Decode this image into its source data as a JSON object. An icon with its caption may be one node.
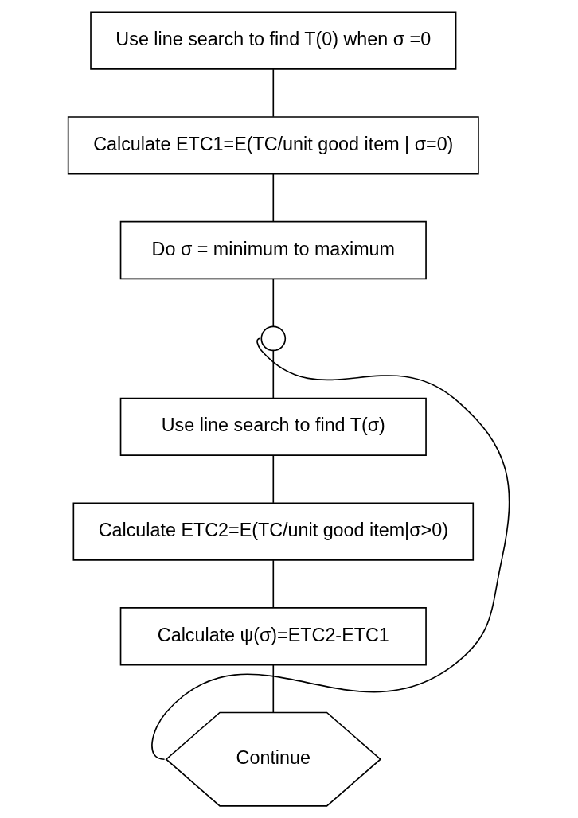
{
  "diagram": {
    "nodes": [
      {
        "text": [
          "Use line search to find T(0) when σ =0"
        ]
      },
      {
        "text": [
          "Calculate ETC1=E(TC/unit good item | σ=0)"
        ]
      },
      {
        "text": [
          "Do σ = minimum to maximum"
        ]
      },
      {
        "text": [],
        "shape": "circle"
      },
      {
        "text": [
          "Use line search to find T(σ)"
        ]
      },
      {
        "text": [
          "Calculate ETC2=E(TC/unit good item|σ>0)"
        ]
      },
      {
        "text": [
          "Calculate ψ(σ)=ETC2-ETC1"
        ]
      },
      {
        "text": [
          "Continue"
        ]
      }
    ],
    "edges": [
      {
        "from": 0,
        "to": 1,
        "arrow": "none"
      },
      {
        "from": 1,
        "to": 2,
        "arrow": "none"
      },
      {
        "from": 2,
        "to": 3,
        "arrow": "none"
      },
      {
        "from": 3,
        "to": 4,
        "arrow": "none"
      },
      {
        "from": 4,
        "to": 5,
        "arrow": "none"
      },
      {
        "from": 5,
        "to": 6,
        "arrow": "none"
      },
      {
        "from": 6,
        "to": 7,
        "arrow": "none"
      },
      {
        "from": 7,
        "to": 3,
        "arrow": "none"
      }
    ]
  }
}
